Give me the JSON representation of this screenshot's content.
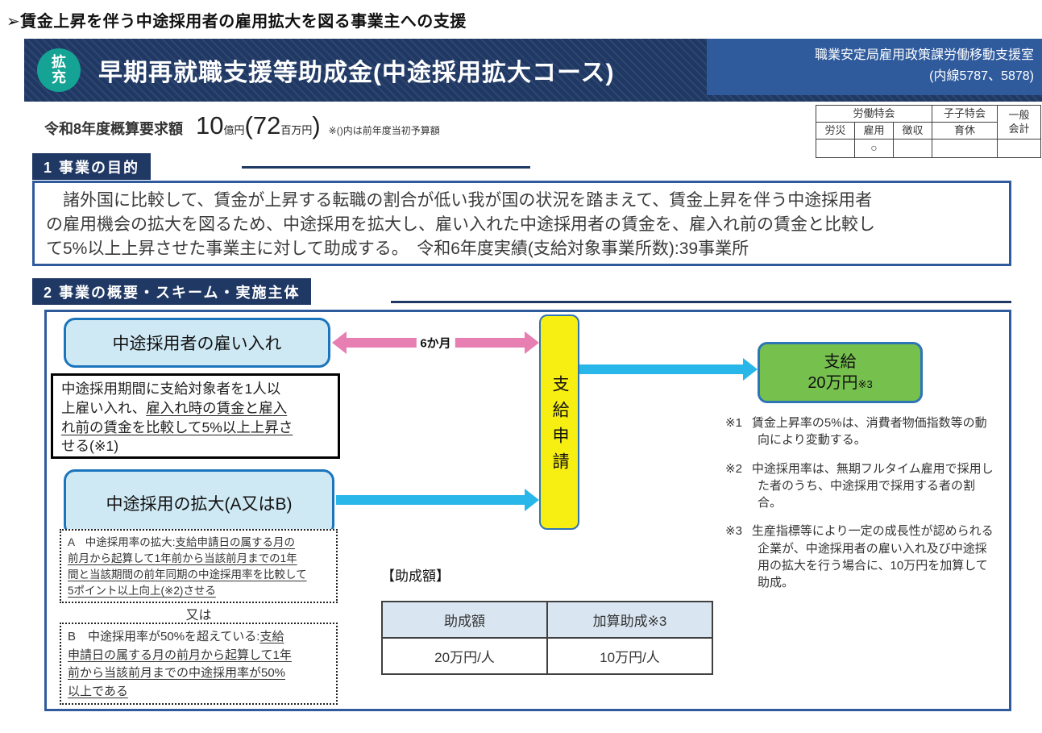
{
  "doc_heading": "➢賃金上昇を伴う中途採用者の雇用拡大を図る事業主への支援",
  "header": {
    "badge_top": "拡",
    "badge_bottom": "充",
    "title": "早期再就職支援等助成金(中途採用拡大コース)",
    "contact_office": "職業安定局雇用政策課労働移動支援室",
    "contact_ext": "(内線5787、5878)"
  },
  "budget": {
    "label": "令和8年度概算要求額",
    "amount": "10",
    "unit": "億円",
    "prev_open": "(72",
    "prev_unit": "百万円",
    "prev_close": ")",
    "note": "※()内は前年度当初予算額"
  },
  "account_table": {
    "rodo_tokkai": "労働特会",
    "kodomo_tokkai": "子子特会",
    "ippan": [
      "一般",
      "会計"
    ],
    "sub_headers": [
      "労災",
      "雇用",
      "徴収",
      "育休"
    ],
    "marks": [
      "",
      "○",
      "",
      "",
      ""
    ]
  },
  "section1": {
    "label": "1 事業の目的",
    "lines": [
      "　諸外国に比較して、賃金が上昇する転職の割合が低い我が国の状況を踏まえて、賃金上昇を伴う中途採用者",
      "の雇用機会の拡大を図るため、中途採用を拡大し、雇い入れた中途採用者の賃金を、雇入れ前の賃金と比較し",
      "て5%以上上昇させた事業主に対して助成する。　令和6年度実績(支給対象事業所数):39事業所"
    ]
  },
  "section2": {
    "label": "2 事業の概要・スキーム・実施主体"
  },
  "scheme": {
    "hire_box_label": "中途採用者の雇い入れ",
    "period_arrow_label": "6か月",
    "apply_box_label": "支給申請",
    "grant_line1": "支給",
    "grant_line2": "20万円",
    "grant_note_ref": "※3",
    "condition_lines": [
      [
        {
          "text": "中途採用期間に支給対象者を1人以"
        }
      ],
      [
        {
          "text": "上雇い入れ、"
        },
        {
          "text": "雇入れ時の賃金と雇入",
          "u": true
        }
      ],
      [
        {
          "text": "れ前の賃金を比較して5%以上上昇さ",
          "u": true
        }
      ],
      [
        {
          "text": "せる(※1)"
        }
      ]
    ],
    "expand_box_label": "中途採用の拡大(A又はB)",
    "boxA_lines": [
      [
        {
          "text": "A　中途採用率の拡大:"
        },
        {
          "text": "支給申請日の属する月の",
          "u": true
        }
      ],
      [
        {
          "text": "前月から起算して1年前から当該前月までの1年",
          "u": true
        }
      ],
      [
        {
          "text": "間と当該期間の前年同期の中途採用率を比較して",
          "u": true
        }
      ],
      [
        {
          "text": "5ポイント以上向上(※2)させる",
          "u": true
        }
      ]
    ],
    "or_label": "又は",
    "boxB_lines": [
      [
        {
          "text": "B　中途採用率が50%を超えている:"
        },
        {
          "text": "支給",
          "u": true
        }
      ],
      [
        {
          "text": "申請日の属する月の前月から起算して1年",
          "u": true
        }
      ],
      [
        {
          "text": "前から当該前月までの中途採用率が50%",
          "u": true
        }
      ],
      [
        {
          "text": "以上である",
          "u": true
        }
      ]
    ],
    "notes": [
      {
        "no": "※1",
        "text": "賃金上昇率の5%は、消費者物価指数等の動向により変動する。"
      },
      {
        "no": "※2",
        "text": "中途採用率は、無期フルタイム雇用で採用した者のうち、中途採用で採用する者の割合。"
      },
      {
        "no": "※3",
        "text": "生産指標等により一定の成長性が認められる企業が、中途採用者の雇い入れ及び中途採用の拡大を行う場合に、10万円を加算して助成。"
      }
    ]
  },
  "grant_table": {
    "title": "【助成額】",
    "headers": [
      "助成額",
      "加算助成※3"
    ],
    "values": [
      "20万円/人",
      "10万円/人"
    ]
  },
  "colors": {
    "banner_navy": "#1f3864",
    "badge_teal": "#14a394",
    "contact_blue": "#2f5b9d",
    "section_navy": "#203864",
    "box_border_blue": "#2f5b9d",
    "light_blue_fill": "#cfe9f4",
    "light_blue_border": "#1b75bc",
    "yellow_fill": "#f7ee12",
    "green_fill": "#76c04e",
    "pink_arrow": "#e77fb3",
    "cyan_arrow": "#29b6e8",
    "table_header_fill": "#d9e6f2"
  }
}
